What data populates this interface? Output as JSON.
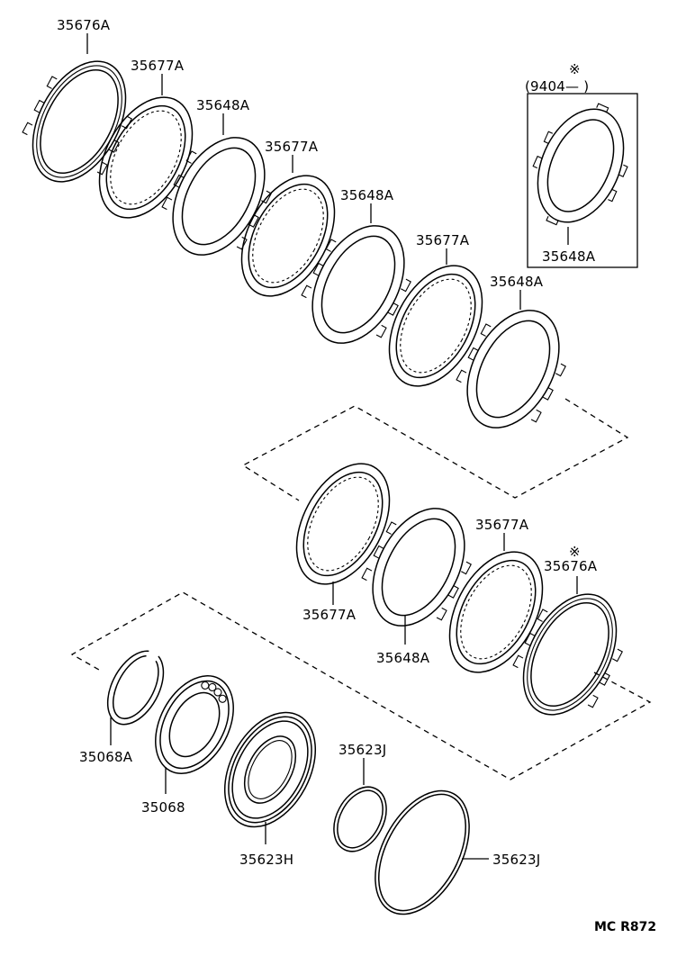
{
  "labels": {
    "l1": "35676A",
    "l2": "35677A",
    "l3": "35648A",
    "l4": "35677A",
    "l5": "35648A",
    "l6": "35677A",
    "l7": "35648A",
    "inset_top": "(9404—        )",
    "inset_mark": "※",
    "inset_part": "35648A",
    "l8": "35677A",
    "l9": "35648A",
    "l10": "35677A",
    "l11_mark": "※",
    "l11": "35676A",
    "l12": "35068A",
    "l13": "35068",
    "l14": "35623H",
    "l15": "35623J",
    "l16": "35623J"
  },
  "catalog_code": "MC R872"
}
